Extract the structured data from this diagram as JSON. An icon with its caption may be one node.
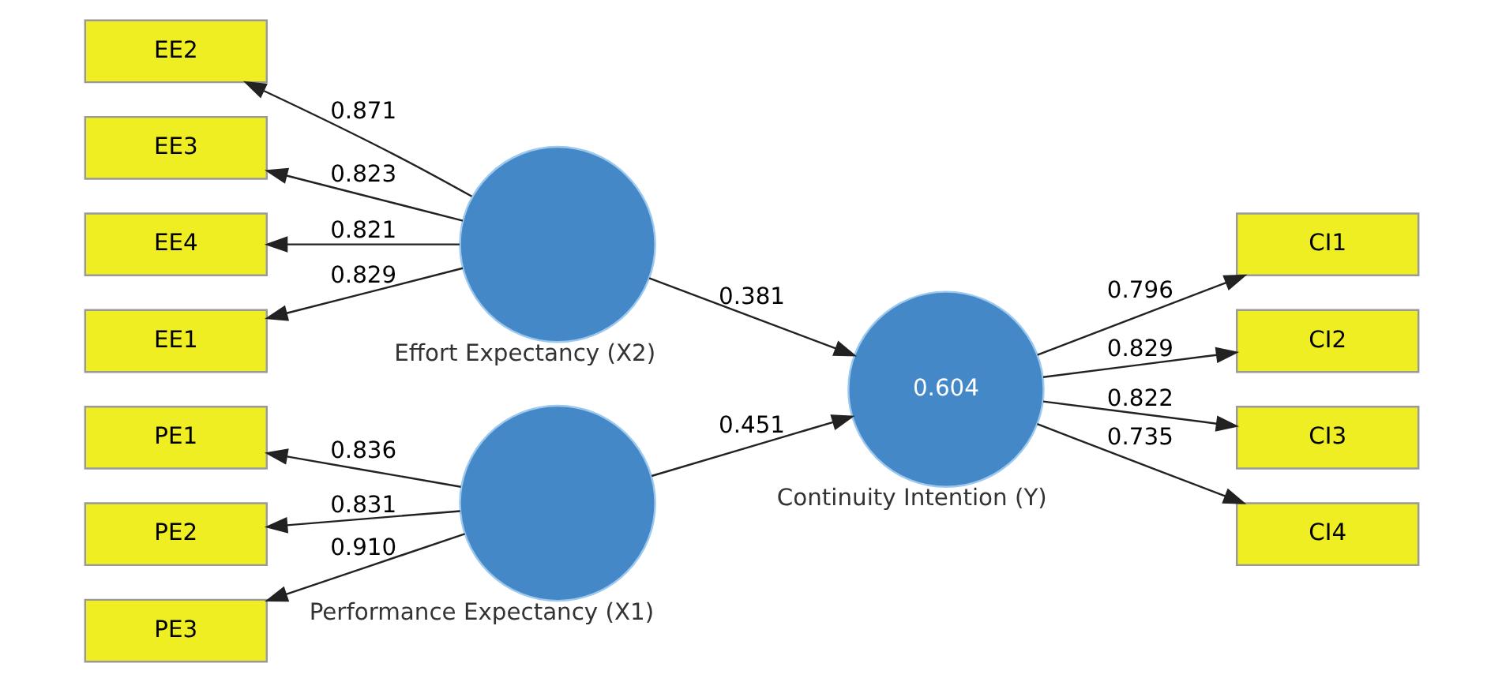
{
  "diagram": {
    "nodes": [
      {
        "text": [
          "PE1"
        ]
      },
      {
        "text": [
          "PE2"
        ]
      },
      {
        "text": [
          "PE3"
        ]
      },
      {
        "text": [
          "Performance Expectancy (X1)"
        ]
      },
      {
        "text": [
          "EE1"
        ]
      },
      {
        "text": [
          "EE2"
        ]
      },
      {
        "text": [
          "EE3"
        ]
      },
      {
        "text": [
          "EE4"
        ]
      },
      {
        "text": [
          "Effort Expectancy (X2)"
        ]
      },
      {
        "text": [
          "0.604",
          "Continuity Intention (Y)"
        ]
      },
      {
        "text": [
          "CI1"
        ]
      },
      {
        "text": [
          "CI2"
        ]
      },
      {
        "text": [
          "CI3"
        ]
      },
      {
        "text": [
          "CI4"
        ]
      }
    ],
    "edges": [
      {
        "from": 3,
        "to": 0,
        "arrow": "to",
        "label": "0.836"
      },
      {
        "from": 3,
        "to": 1,
        "arrow": "to",
        "label": "0.831"
      },
      {
        "from": 3,
        "to": 2,
        "arrow": "to",
        "label": "0.910"
      },
      {
        "from": 8,
        "to": 4,
        "arrow": "to",
        "label": "0.829"
      },
      {
        "from": 8,
        "to": 5,
        "arrow": "to",
        "label": "0.871"
      },
      {
        "from": 8,
        "to": 6,
        "arrow": "to",
        "label": "0.823"
      },
      {
        "from": 8,
        "to": 7,
        "arrow": "to",
        "label": "0.821"
      },
      {
        "from": 3,
        "to": 9,
        "arrow": "to",
        "label": "0.451"
      },
      {
        "from": 8,
        "to": 9,
        "arrow": "to",
        "label": "0.381"
      },
      {
        "from": 9,
        "to": 10,
        "arrow": "to",
        "label": "0.796"
      },
      {
        "from": 9,
        "to": 11,
        "arrow": "to",
        "label": "0.829"
      },
      {
        "from": 9,
        "to": 12,
        "arrow": "to",
        "label": "0.822"
      },
      {
        "from": 9,
        "to": 13,
        "arrow": "to",
        "label": "0.735"
      }
    ]
  }
}
